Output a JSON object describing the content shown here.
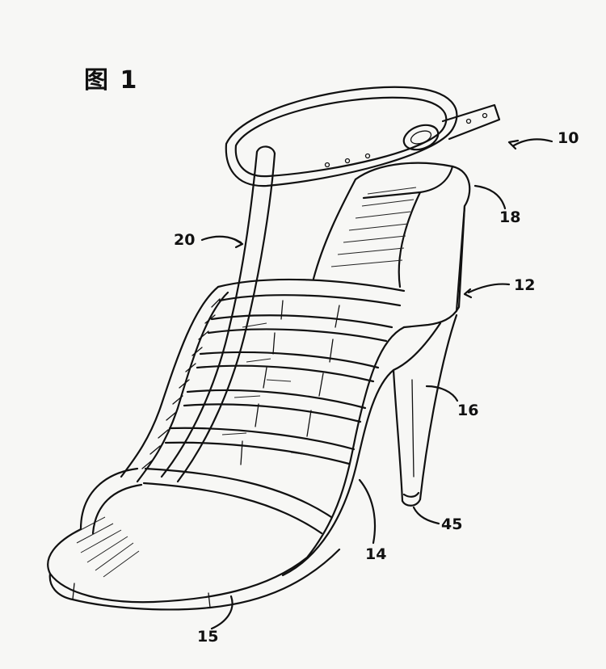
{
  "figure": {
    "title": "图 1"
  },
  "reference_numerals": [
    {
      "id": "10",
      "label": "10"
    },
    {
      "id": "12",
      "label": "12"
    },
    {
      "id": "14",
      "label": "14"
    },
    {
      "id": "15",
      "label": "15"
    },
    {
      "id": "16",
      "label": "16"
    },
    {
      "id": "18",
      "label": "18"
    },
    {
      "id": "20",
      "label": "20"
    },
    {
      "id": "45",
      "label": "45"
    }
  ]
}
